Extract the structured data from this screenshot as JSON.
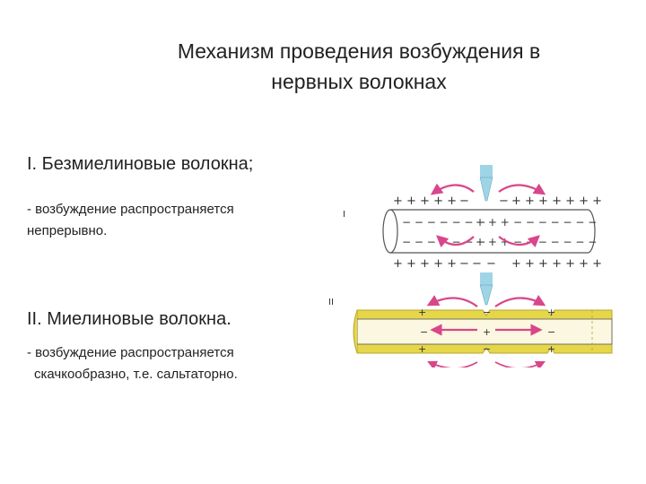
{
  "title_line1": "Механизм проведения возбуждения в",
  "title_line2": "нервных волокнах",
  "section1": {
    "heading": "I. Безмиелиновые волокна;",
    "desc_line1": "- возбуждение распространяется",
    "desc_line2": "непрерывно."
  },
  "section2": {
    "heading": "II. Миелиновые волокна.",
    "desc_line1": "- возбуждение распространяется",
    "desc_line2": "скачкообразно, т.е. сальтаторно."
  },
  "figure": {
    "label_1": "I",
    "label_2": "II",
    "colors": {
      "arrow": "#d9468a",
      "myelin": "#e6d64a",
      "myelin_dark": "#b8a52a",
      "electrode": "#9fd4e6",
      "fiber_line": "#555555"
    }
  }
}
